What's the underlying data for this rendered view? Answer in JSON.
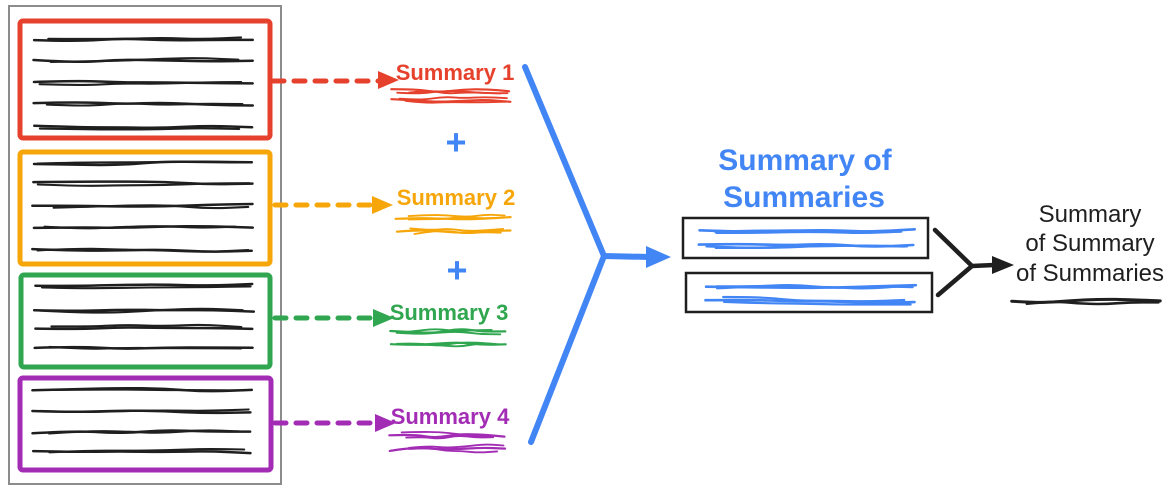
{
  "diagram": {
    "stage1": {
      "summaries": [
        {
          "label": "Summary 1",
          "color": "#E6412C"
        },
        {
          "label": "Summary 2",
          "color": "#F6A609"
        },
        {
          "label": "Summary 3",
          "color": "#2FA64F"
        },
        {
          "label": "Summary 4",
          "color": "#A32CB5"
        }
      ],
      "plus_sign": "+"
    },
    "stage2": {
      "title_lines": [
        "Summary of",
        "Summaries"
      ],
      "color": "#4285F4"
    },
    "stage3": {
      "title_lines": [
        "Summary",
        "of Summary",
        "of Summaries"
      ]
    },
    "colors": {
      "ink": "#1F1F1F",
      "panel_border": "#8C8C8C",
      "background": "#FFFFFF"
    }
  }
}
